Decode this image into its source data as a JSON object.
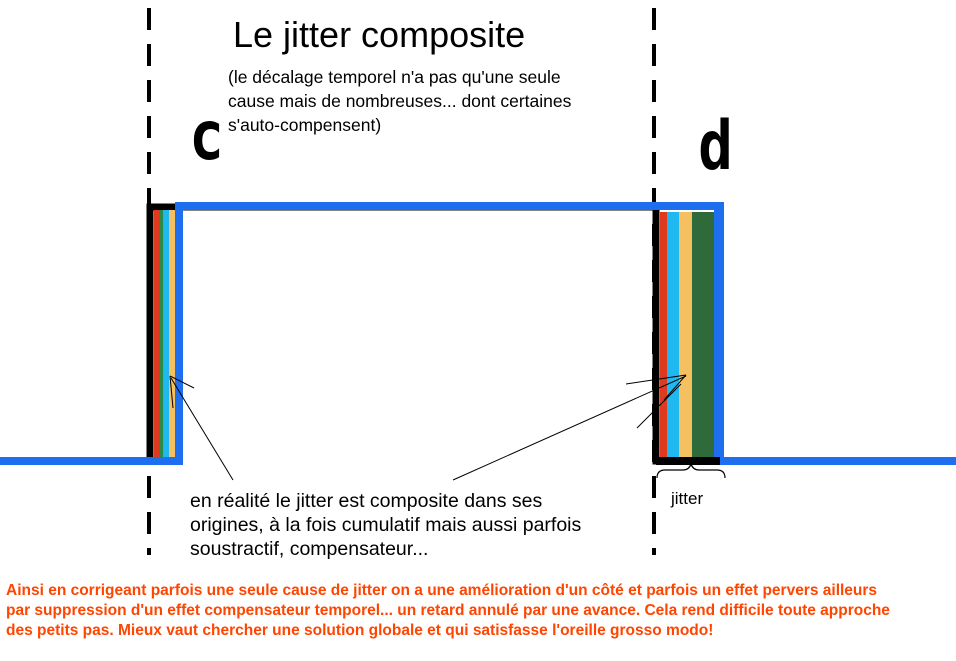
{
  "title": "Le jitter composite",
  "subtitle": [
    "(le décalage temporel n'a pas qu'une seule",
    "cause mais de nombreuses... dont certaines",
    "s'auto-compensent)"
  ],
  "edge_labels": {
    "rising": "c",
    "falling": "d"
  },
  "explanation": [
    "en réalité le jitter est composite dans ses",
    "origines, à la fois cumulatif mais aussi parfois",
    "soustractif, compensateur..."
  ],
  "jitter_label": "jitter",
  "conclusion": [
    "Ainsi en corrigeant parfois une seule cause de jitter on a une amélioration d'un côté et parfois un effet pervers ailleurs",
    "par suppression d'un effet compensateur temporel... un retard annulé par une avance. Cela rend difficile toute approche",
    "des petits pas. Mieux vaut chercher une solution globale et qui satisfasse l'oreille grosso modo!"
  ],
  "colors": {
    "signal": "#1e6ef0",
    "ideal_edge": "#000000",
    "jitter_bands": [
      "#e03a1e",
      "#2a8a4a",
      "#20b8f0",
      "#f5c060",
      "#2e6a3a"
    ],
    "conclusion_text": "#ff4500"
  }
}
